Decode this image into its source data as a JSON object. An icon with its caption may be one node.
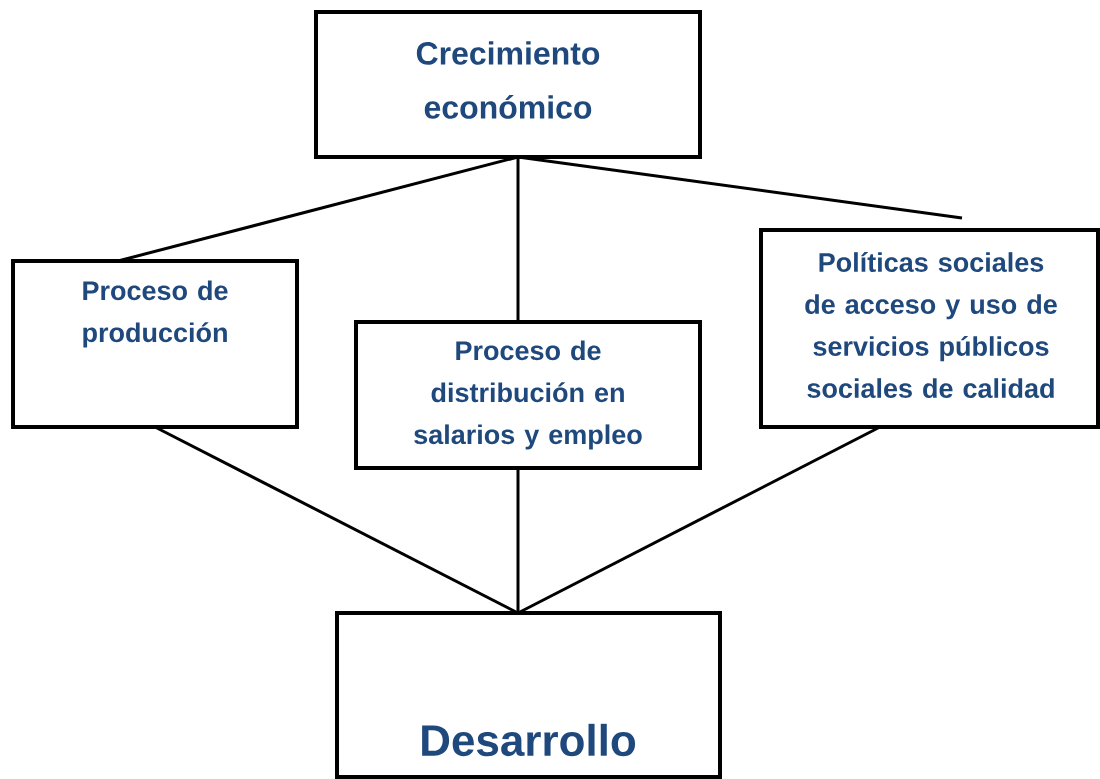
{
  "diagram": {
    "nodes": [
      {
        "text": [
          "Crecimiento económico"
        ]
      },
      {
        "text": [
          "Proceso de producción"
        ]
      },
      {
        "text": [
          "Proceso de distribución en salarios y empleo"
        ]
      },
      {
        "text": [
          "Políticas sociales de acceso y uso de servicios públicos sociales de calidad"
        ]
      },
      {
        "text": [
          "Desarrollo"
        ]
      }
    ],
    "edges": [
      {
        "from": 0,
        "to": 1,
        "arrow": "none"
      },
      {
        "from": 0,
        "to": 2,
        "arrow": "none"
      },
      {
        "from": 0,
        "to": 3,
        "arrow": "none"
      },
      {
        "from": 1,
        "to": 4,
        "arrow": "none"
      },
      {
        "from": 2,
        "to": 4,
        "arrow": "none"
      },
      {
        "from": 3,
        "to": 4,
        "arrow": "none"
      }
    ]
  }
}
